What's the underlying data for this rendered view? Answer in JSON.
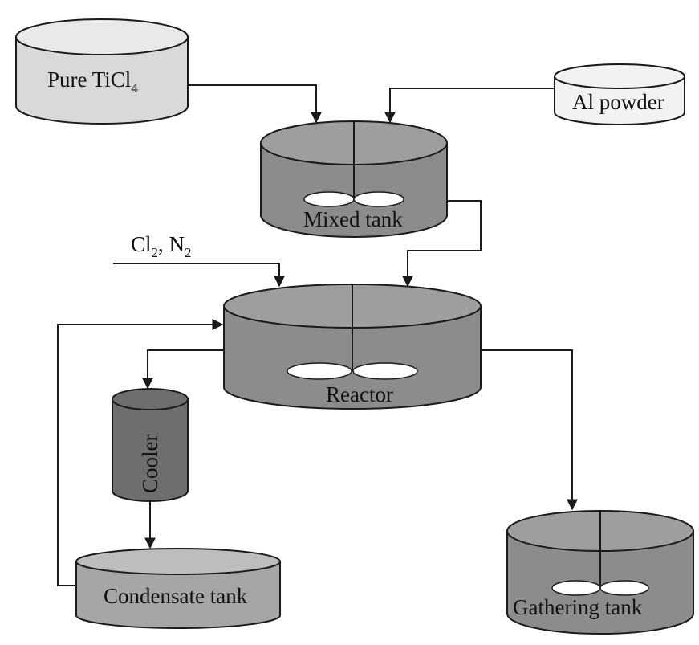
{
  "nodes": {
    "pure_ticl4": {
      "label": "Pure TiCl",
      "subscript": "4"
    },
    "al_powder": {
      "label": "Al powder"
    },
    "mixed_tank": {
      "label": "Mixed tank"
    },
    "reactor": {
      "label": "Reactor"
    },
    "cooler": {
      "label": "Cooler"
    },
    "condensate_tank": {
      "label": "Condensate tank"
    },
    "gathering_tank": {
      "label": "Gathering tank"
    }
  },
  "inputs": {
    "gas_feed": {
      "part1": "Cl",
      "sub1": "2",
      "part2": ", N",
      "sub2": "2"
    }
  },
  "colors": {
    "light_tank": "#d9d9d9",
    "light_tank_top": "#e9e9e9",
    "white_tank": "#f2f2f2",
    "medium_tank": "#8c8c8c",
    "medium_tank_top": "#9e9e9e",
    "dark_tank": "#6e6e6e",
    "condensate_tank": "#a6a6a6",
    "condensate_tank_top": "#bdbdbd",
    "line": "#1a1a1a"
  }
}
